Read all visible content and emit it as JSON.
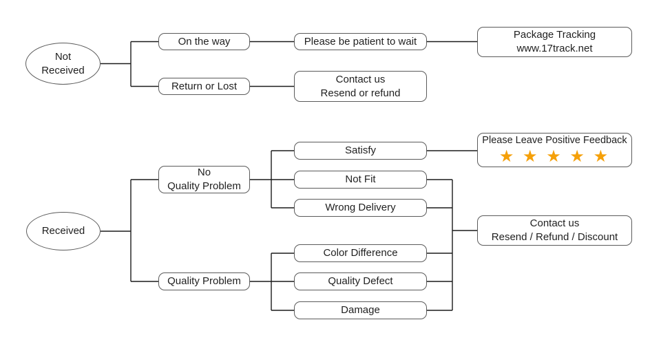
{
  "diagram": {
    "title_semantic": "After-sale service flowchart",
    "star_icon": "★",
    "colors": {
      "line_color": "#1a1a1a",
      "border_color": "#5a5a5a",
      "text_color": "#1f1f1f",
      "star_color": "#F5A009"
    },
    "nodes": {
      "not_received": {
        "line1": "Not",
        "line2": "Received"
      },
      "received": {
        "label": "Received"
      },
      "on_the_way": {
        "label": "On the way"
      },
      "return_or_lost": {
        "label": "Return or Lost"
      },
      "no_quality_problem": {
        "line1": "No",
        "line2": "Quality Problem"
      },
      "quality_problem": {
        "label": "Quality Problem"
      },
      "be_patient": {
        "label": "Please be patient to wait"
      },
      "contact_resend_refund": {
        "line1": "Contact us",
        "line2": "Resend or refund"
      },
      "satisfy": {
        "label": "Satisfy"
      },
      "not_fit": {
        "label": "Not Fit"
      },
      "wrong_delivery": {
        "label": "Wrong Delivery"
      },
      "color_difference": {
        "label": "Color Difference"
      },
      "quality_defect": {
        "label": "Quality Defect"
      },
      "damage": {
        "label": "Damage"
      },
      "package_tracking": {
        "line1": "Package Tracking",
        "line2": "www.17track.net"
      },
      "positive_feedback": {
        "label": "Please Leave Positive Feedback",
        "rating": 5
      },
      "contact_rrd": {
        "line1": "Contact us",
        "line2": "Resend / Refund / Discount"
      }
    }
  }
}
